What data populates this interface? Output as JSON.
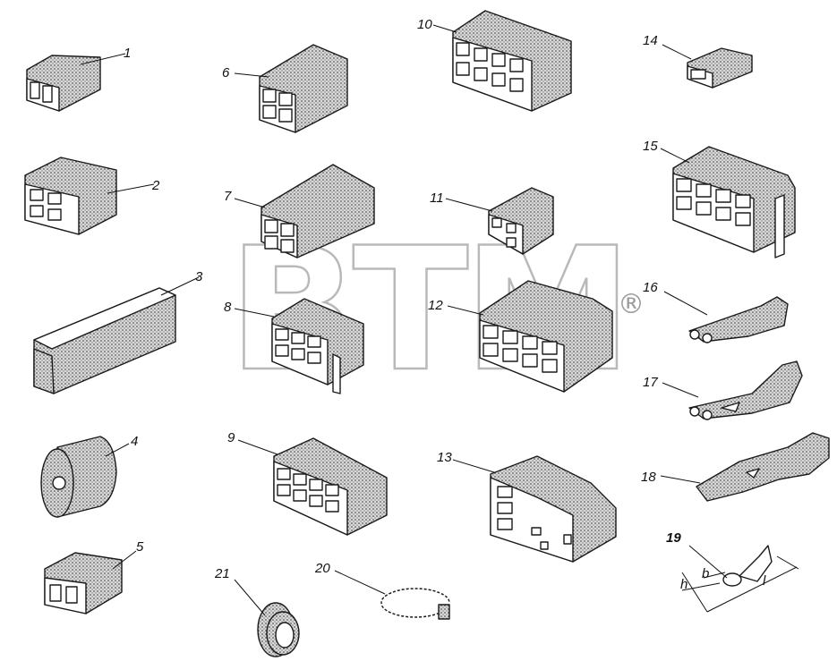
{
  "watermark": {
    "text": "BTM",
    "mark": "®"
  },
  "parts": [
    {
      "id": "1",
      "label": "1"
    },
    {
      "id": "2",
      "label": "2"
    },
    {
      "id": "3",
      "label": "3"
    },
    {
      "id": "4",
      "label": "4"
    },
    {
      "id": "5",
      "label": "5"
    },
    {
      "id": "6",
      "label": "6"
    },
    {
      "id": "7",
      "label": "7"
    },
    {
      "id": "8",
      "label": "8"
    },
    {
      "id": "9",
      "label": "9"
    },
    {
      "id": "10",
      "label": "10"
    },
    {
      "id": "11",
      "label": "11"
    },
    {
      "id": "12",
      "label": "12"
    },
    {
      "id": "13",
      "label": "13"
    },
    {
      "id": "14",
      "label": "14"
    },
    {
      "id": "15",
      "label": "15"
    },
    {
      "id": "16",
      "label": "16"
    },
    {
      "id": "17",
      "label": "17"
    },
    {
      "id": "18",
      "label": "18"
    },
    {
      "id": "19",
      "label": "19"
    },
    {
      "id": "20",
      "label": "20"
    },
    {
      "id": "21",
      "label": "21"
    }
  ],
  "dimension_labels": {
    "h": "h",
    "b": "b",
    "l": "l"
  }
}
